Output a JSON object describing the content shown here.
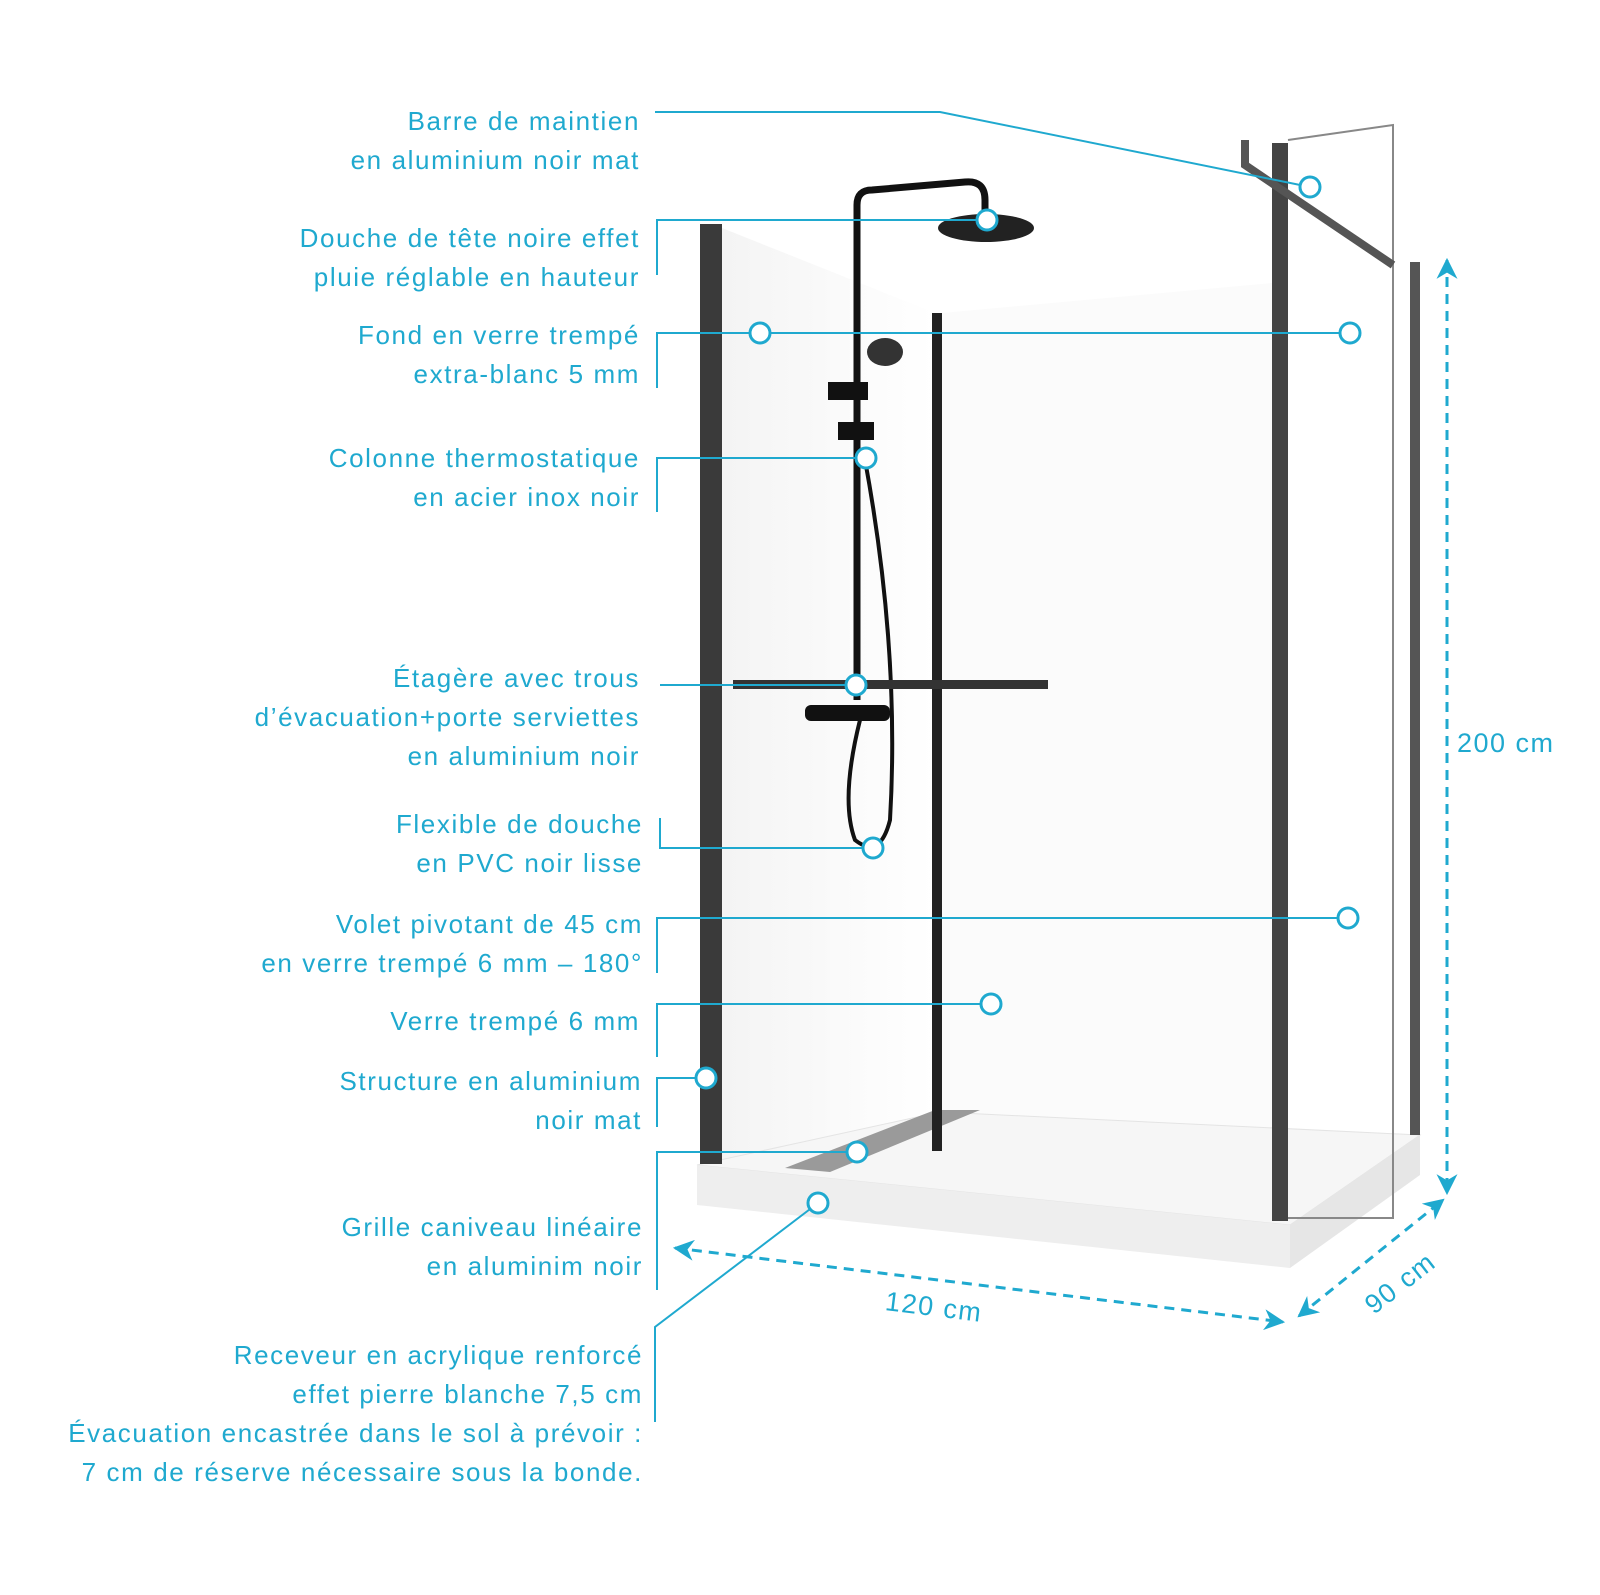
{
  "accent_color": "#1fa9cf",
  "labels": [
    {
      "id": "barre",
      "lines": [
        "Barre de maintien",
        "en aluminium noir mat"
      ]
    },
    {
      "id": "douche-tete",
      "lines": [
        "Douche de tête noire effet",
        "pluie réglable en hauteur"
      ]
    },
    {
      "id": "fond",
      "lines": [
        "Fond en verre trempé",
        "extra-blanc 5 mm"
      ]
    },
    {
      "id": "colonne",
      "lines": [
        "Colonne thermostatique",
        "en acier inox noir"
      ]
    },
    {
      "id": "etagere",
      "lines": [
        "Étagère avec trous",
        "d’évacuation+porte serviettes",
        "en aluminium noir"
      ]
    },
    {
      "id": "flexible",
      "lines": [
        "Flexible de douche",
        "en PVC noir lisse"
      ]
    },
    {
      "id": "volet",
      "lines": [
        "Volet pivotant de 45 cm",
        "en verre trempé 6 mm – 180°"
      ]
    },
    {
      "id": "verre",
      "lines": [
        "Verre trempé 6 mm"
      ]
    },
    {
      "id": "structure",
      "lines": [
        "Structure en aluminium",
        "noir mat"
      ]
    },
    {
      "id": "grille",
      "lines": [
        "Grille caniveau linéaire",
        "en aluminim noir"
      ]
    },
    {
      "id": "receveur",
      "lines": [
        "Receveur en acrylique renforcé",
        "effet pierre blanche 7,5 cm",
        "Évacuation encastrée dans le sol à prévoir :",
        "7 cm de réserve nécessaire sous la bonde."
      ]
    }
  ],
  "dimensions": {
    "height": "200 cm",
    "width": "120 cm",
    "depth": "90 cm"
  }
}
